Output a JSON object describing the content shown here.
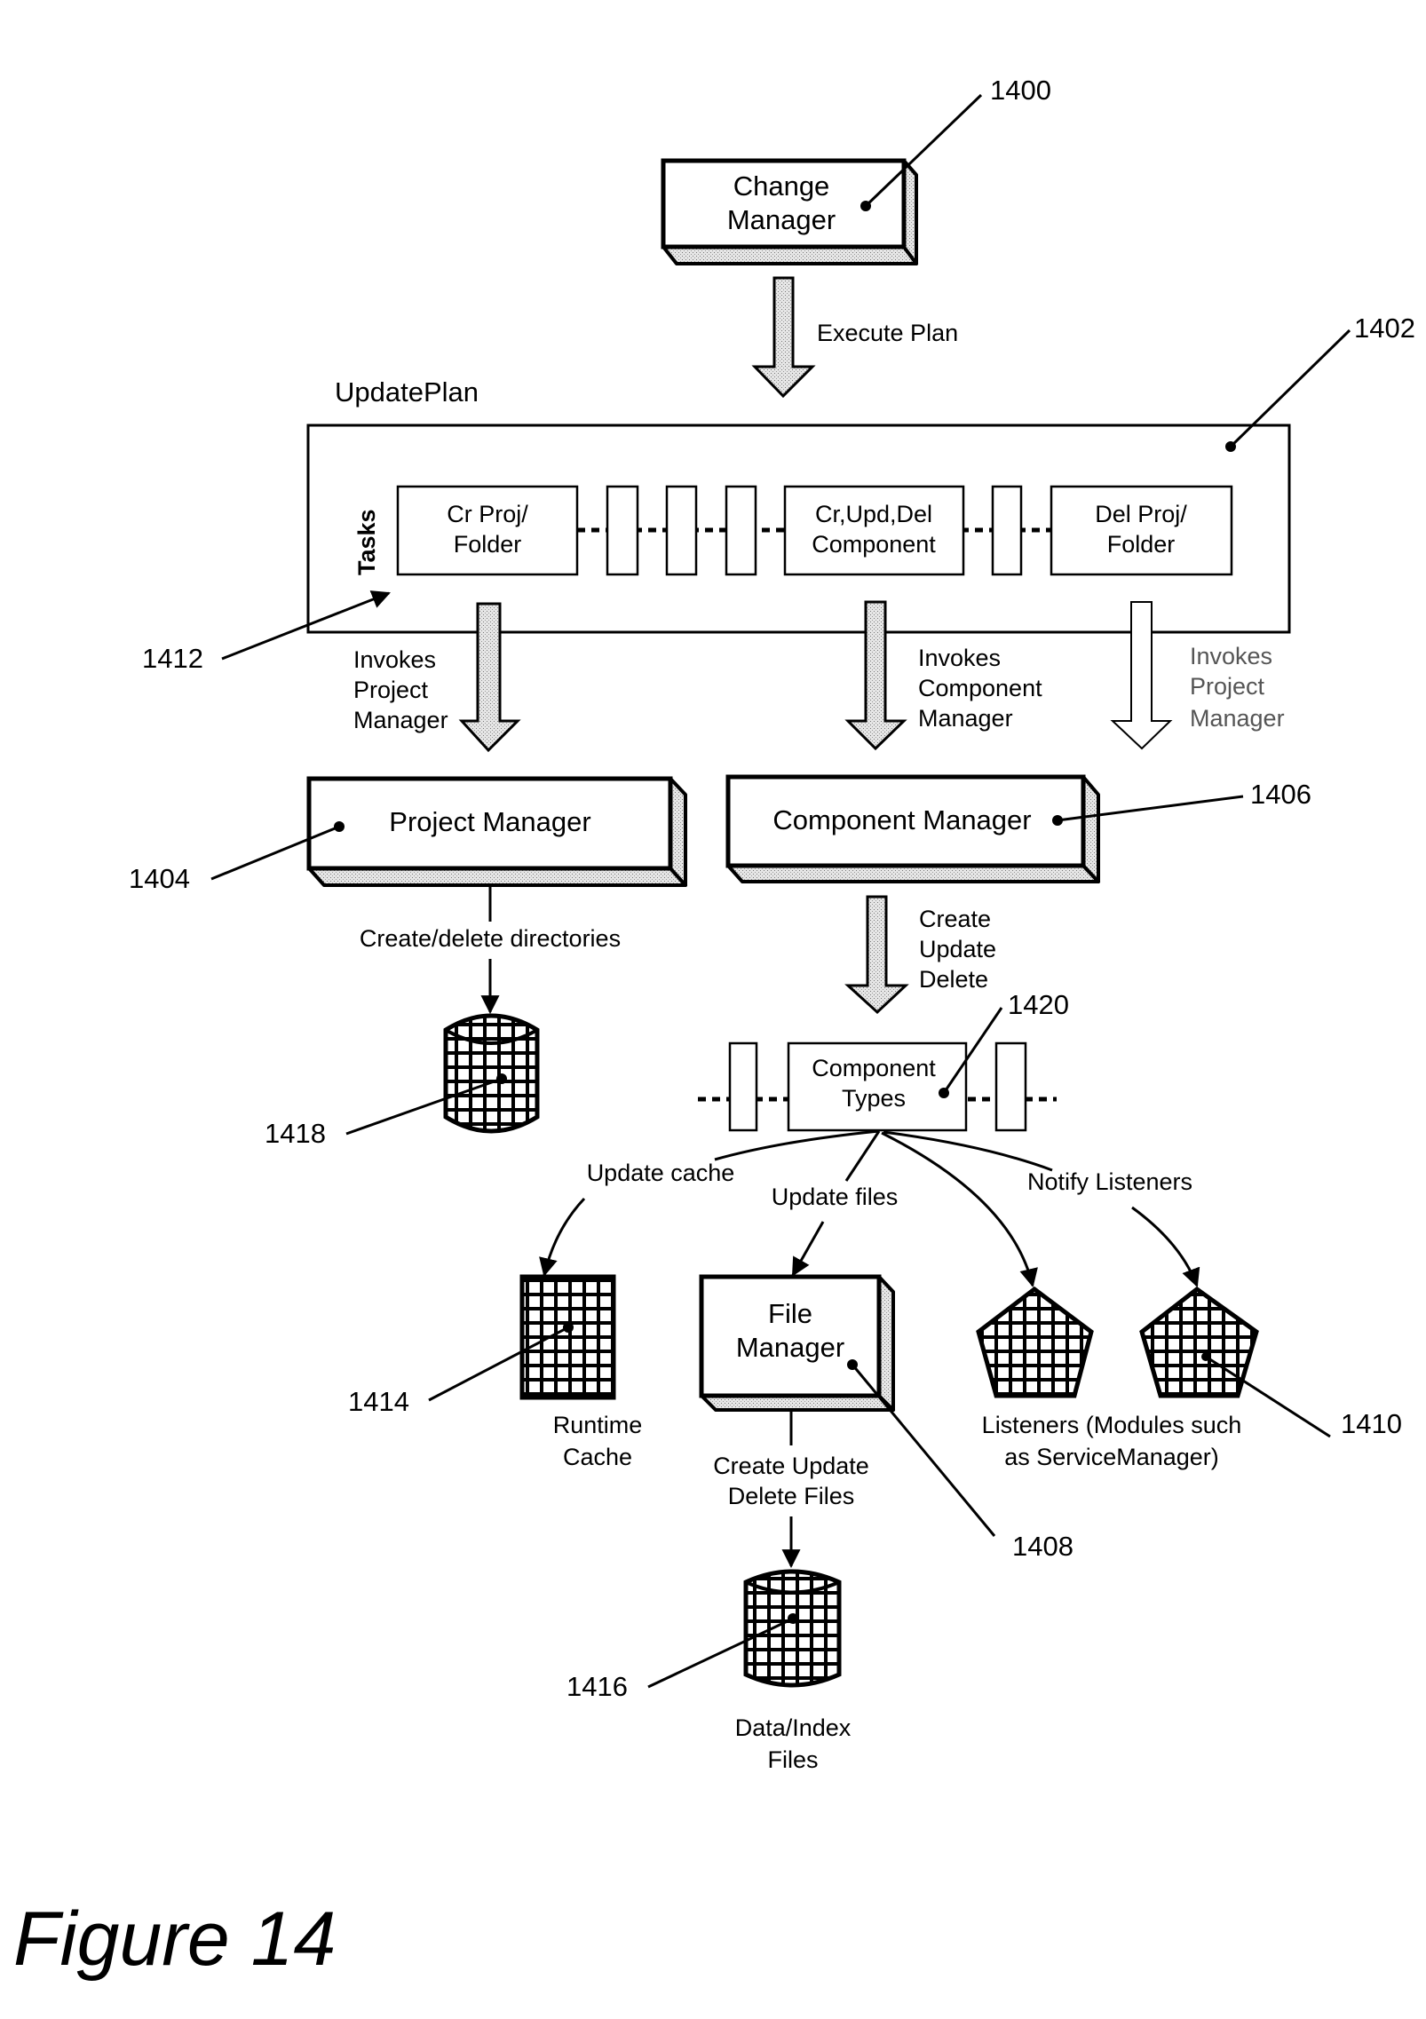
{
  "figure": {
    "caption": "Figure 14",
    "nodes": {
      "change_manager": {
        "line1": "Change",
        "line2": "Manager",
        "ref": "1400"
      },
      "update_plan": {
        "title": "UpdatePlan",
        "ref": "1402",
        "tasks_label": "Tasks",
        "tasks_ref": "1412",
        "tasks": [
          {
            "line1": "Cr Proj/",
            "line2": "Folder"
          },
          {
            "line1": "Cr,Upd,Del",
            "line2": "Component"
          },
          {
            "line1": "Del Proj/",
            "line2": "Folder"
          }
        ]
      },
      "project_manager": {
        "label": "Project Manager",
        "ref": "1404"
      },
      "component_manager": {
        "label": "Component Manager",
        "ref": "1406"
      },
      "directories_store": {
        "ref": "1418"
      },
      "component_types": {
        "line1": "Component",
        "line2": "Types",
        "ref": "1420"
      },
      "runtime_cache": {
        "line1": "Runtime",
        "line2": "Cache",
        "ref": "1414"
      },
      "file_manager": {
        "line1": "File",
        "line2": "Manager",
        "ref": "1408"
      },
      "listeners": {
        "line1": "Listeners (Modules such",
        "line2": "as ServiceManager)",
        "ref": "1410"
      },
      "data_index_files": {
        "line1": "Data/Index",
        "line2": "Files",
        "ref": "1416"
      }
    },
    "edges": {
      "execute_plan": "Execute Plan",
      "invokes_project_manager": [
        "Invokes",
        "Project",
        "Manager"
      ],
      "invokes_component_manager": [
        "Invokes",
        "Component",
        "Manager"
      ],
      "invokes_project_manager_2": [
        "Invokes",
        "Project",
        "Manager"
      ],
      "create_delete_directories": "Create/delete directories",
      "create_update_delete": [
        "Create",
        "Update",
        "Delete"
      ],
      "update_cache": "Update cache",
      "update_files": "Update files",
      "notify_listeners": "Notify Listeners",
      "create_update_delete_files": [
        "Create Update",
        "Delete Files"
      ]
    }
  }
}
